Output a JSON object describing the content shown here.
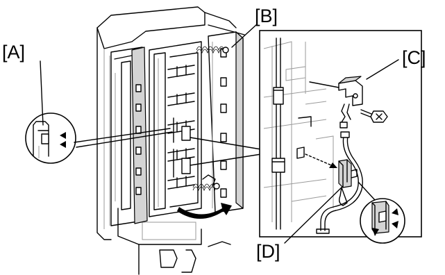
{
  "labels": {
    "a": "[A]",
    "b": "[B]",
    "c": "[C]",
    "d": "[D]"
  }
}
